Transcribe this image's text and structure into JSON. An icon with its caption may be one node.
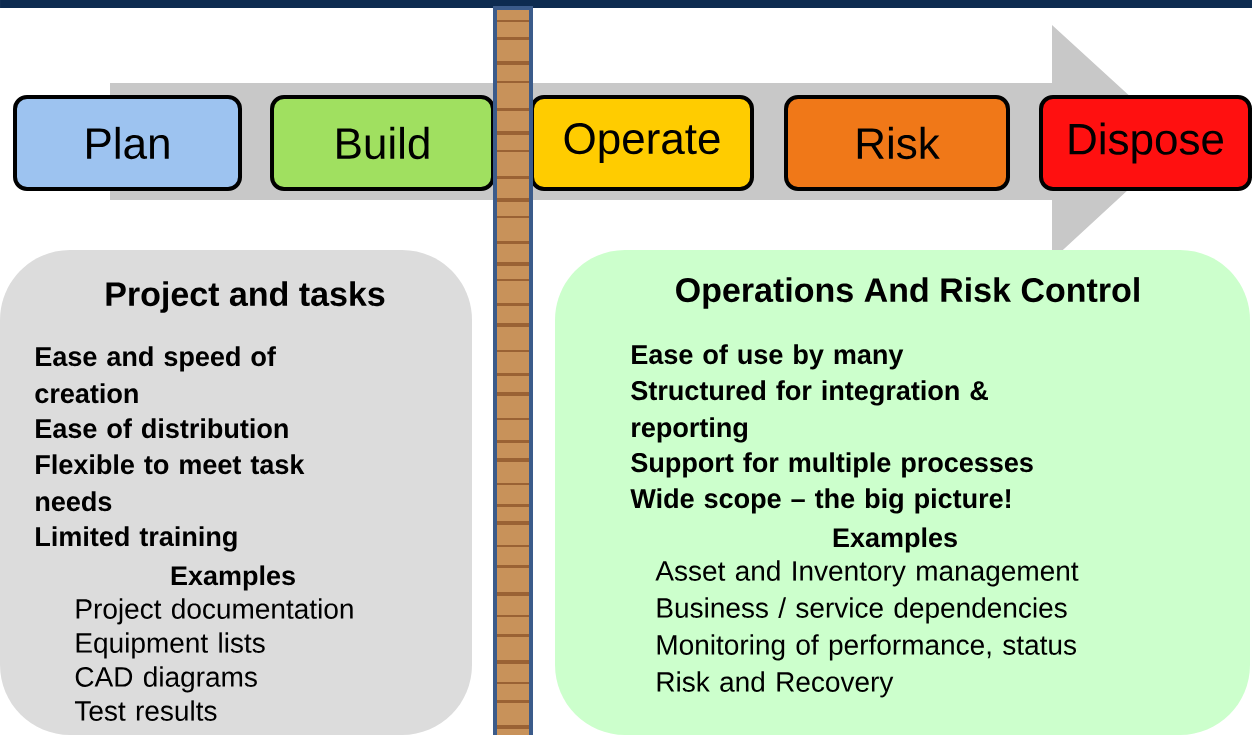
{
  "diagram": {
    "nodes": [
      {
        "text": [
          "Plan"
        ]
      },
      {
        "text": [
          "Build"
        ]
      },
      {
        "text": [
          "Operate"
        ]
      },
      {
        "text": [
          "Risk"
        ]
      },
      {
        "text": [
          "Dispose"
        ]
      },
      {
        "text": [
          "Project and tasks",
          "Ease and speed of creation",
          "Ease of distribution",
          "Flexible to meet task needs",
          "Limited training",
          "Examples",
          "Project documentation",
          "Equipment lists",
          "CAD diagrams",
          "Test results"
        ]
      },
      {
        "text": [
          "Operations And Risk Control",
          "Ease of use by many",
          "Structured for integration & reporting",
          "Support for multiple processes",
          "Wide scope – the big picture!",
          "Examples",
          "Asset and Inventory management",
          "Business / service dependencies",
          "Monitoring of performance, status",
          "Risk and Recovery"
        ]
      }
    ],
    "edges": []
  }
}
